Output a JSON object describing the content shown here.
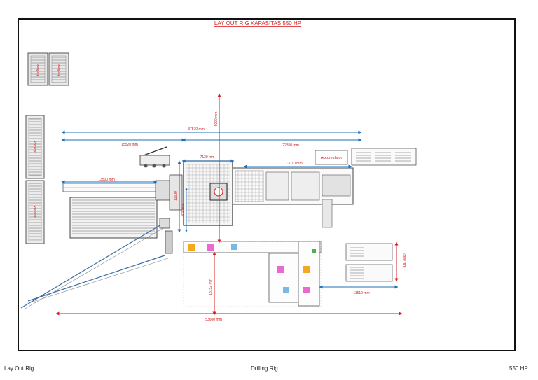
{
  "title": "LAY OUT RIG KAPASITAS 550 HP",
  "footer": {
    "left": "Lay Out Rig",
    "center": "Drilling Rig",
    "right": "550 HP"
  },
  "labels": {
    "toolbox": "toolbox",
    "pipebox": "pipebox",
    "accumulator": "Accumulator"
  },
  "dimensions": {
    "d37570": "37570 mm",
    "d15520": "15520 mm",
    "d22850": "22850 mm",
    "d7130": "7130 mm",
    "d13110": "13110 mm",
    "d13500": "13500 mm",
    "d9000": "9000 mm",
    "d11600": "11600",
    "d6000": "6000 mm",
    "d7800": "7800 mm",
    "d11510": "11510 mm",
    "d18152": "18152 mm",
    "d53600": "53600 mm"
  },
  "colors": {
    "dimension_blue": "#1e6fb8",
    "dimension_red": "#d42020",
    "label_red": "#d42020",
    "equipment_line": "#555555"
  }
}
